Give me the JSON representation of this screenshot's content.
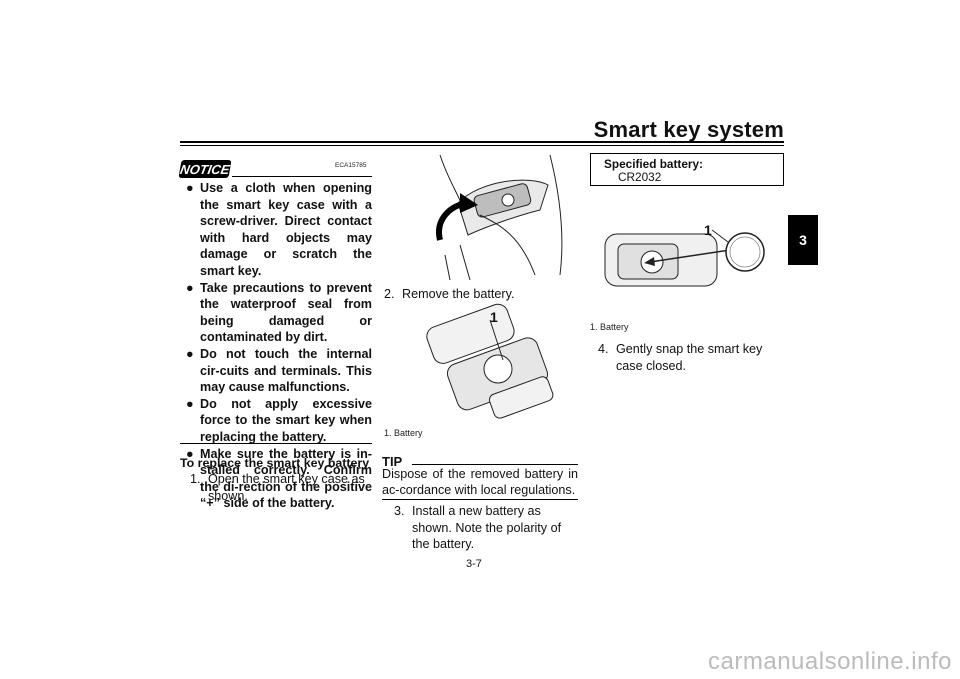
{
  "header": {
    "title": "Smart key system",
    "chapter_tab": "3"
  },
  "notice": {
    "badge": "NOTICE",
    "code": "ECA15785",
    "bullets": [
      "Use a cloth when opening the smart key case with a screw-driver. Direct contact with hard objects may damage or scratch the smart key.",
      "Take precautions to prevent the waterproof seal from being damaged or contaminated by dirt.",
      "Do not touch the internal cir-cuits and terminals. This may cause malfunctions.",
      "Do not apply excessive force to the smart key when replacing the battery.",
      "Make sure the battery is in-stalled correctly. Confirm the di-rection of the positive “+” side of the battery."
    ]
  },
  "procedure": {
    "heading": "To replace the smart key battery",
    "steps": [
      {
        "num": "1.",
        "text": "Open the smart key case as shown."
      },
      {
        "num": "2.",
        "text": "Remove the battery."
      },
      {
        "num": "3.",
        "text": "Install a new battery as shown. Note the polarity of the battery."
      },
      {
        "num": "4.",
        "text": "Gently snap the smart key case closed."
      }
    ]
  },
  "figures": {
    "fig2_callout": "1",
    "fig2_caption": "1. Battery",
    "fig3_callout": "1",
    "fig3_caption": "1. Battery"
  },
  "tip": {
    "label": "TIP",
    "text": "Dispose of the removed battery in ac-cordance with local regulations."
  },
  "spec": {
    "title": "Specified battery:",
    "value": "CR2032"
  },
  "footer": {
    "page_number": "3-7",
    "watermark": "carmanualsonline.info"
  }
}
